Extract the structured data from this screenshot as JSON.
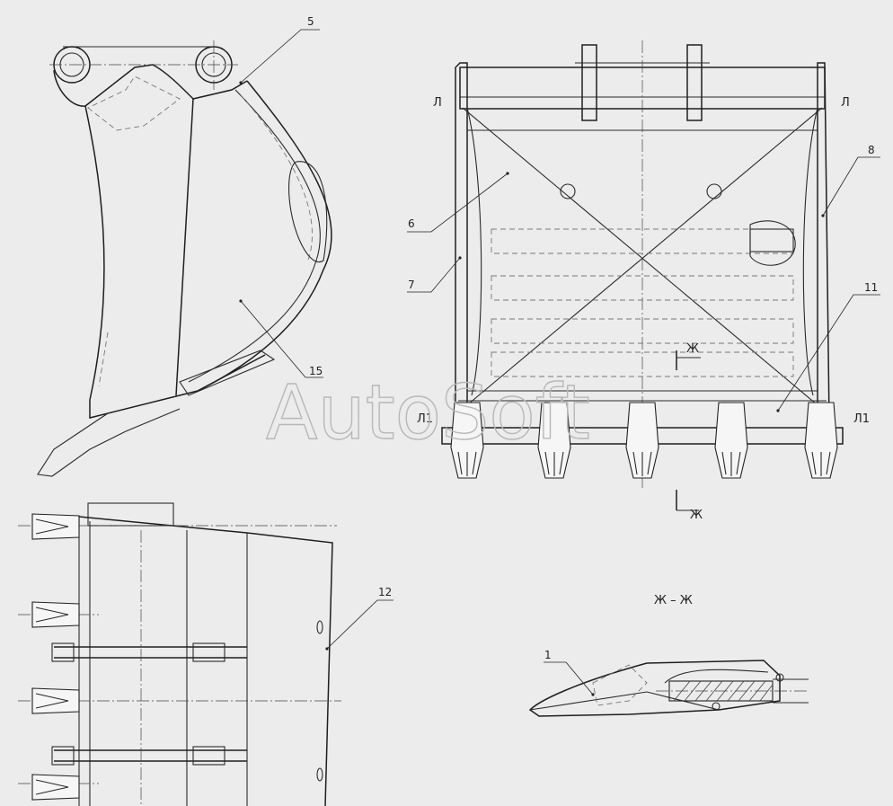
{
  "watermark": "AutoSoft",
  "callouts": {
    "c1": "1",
    "c5": "5",
    "c6": "6",
    "c7": "7",
    "c8": "8",
    "c11": "11",
    "c12": "12",
    "c15": "15"
  },
  "marks": {
    "l_left": "Л",
    "l_right": "Л",
    "l1_left": "Л1",
    "l1_right": "Л1",
    "zh_top": "Ж",
    "zh_bottom": "Ж",
    "section_title": "Ж – Ж"
  }
}
